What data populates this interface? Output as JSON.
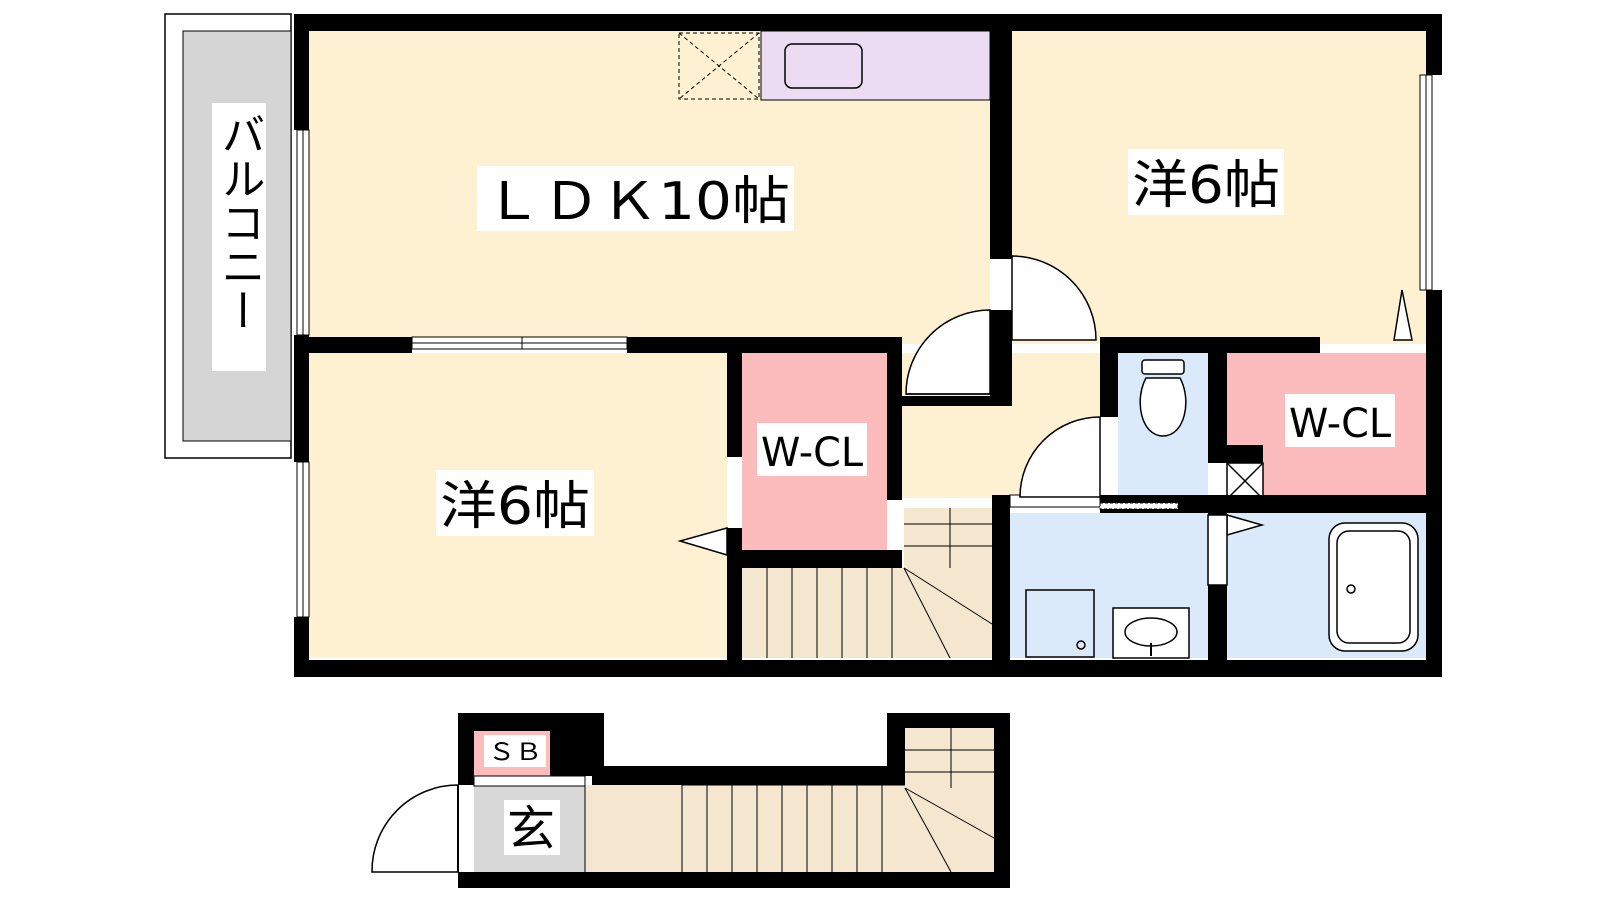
{
  "plan": {
    "colors": {
      "room_floor": "#fdf1d2",
      "closet": "#fcbcbc",
      "wet_area": "#dbeafa",
      "kitchen": "#ebdcf4",
      "balcony": "#d5d5d5",
      "entrance": "#d8d8d8",
      "stairs": "#f5e6cf",
      "wall": "#000000"
    },
    "rooms": {
      "ldk": {
        "label": "ＬＤＫ10帖"
      },
      "western_top": {
        "label": "洋6帖"
      },
      "western_left": {
        "label": "洋6帖"
      },
      "closet_left": {
        "label": "W-CL"
      },
      "closet_right": {
        "label": "W-CL"
      }
    },
    "balcony": {
      "label": "バルコニー"
    },
    "entrance": {
      "label": "玄"
    },
    "shoe_box": {
      "label": "ＳＢ"
    }
  }
}
